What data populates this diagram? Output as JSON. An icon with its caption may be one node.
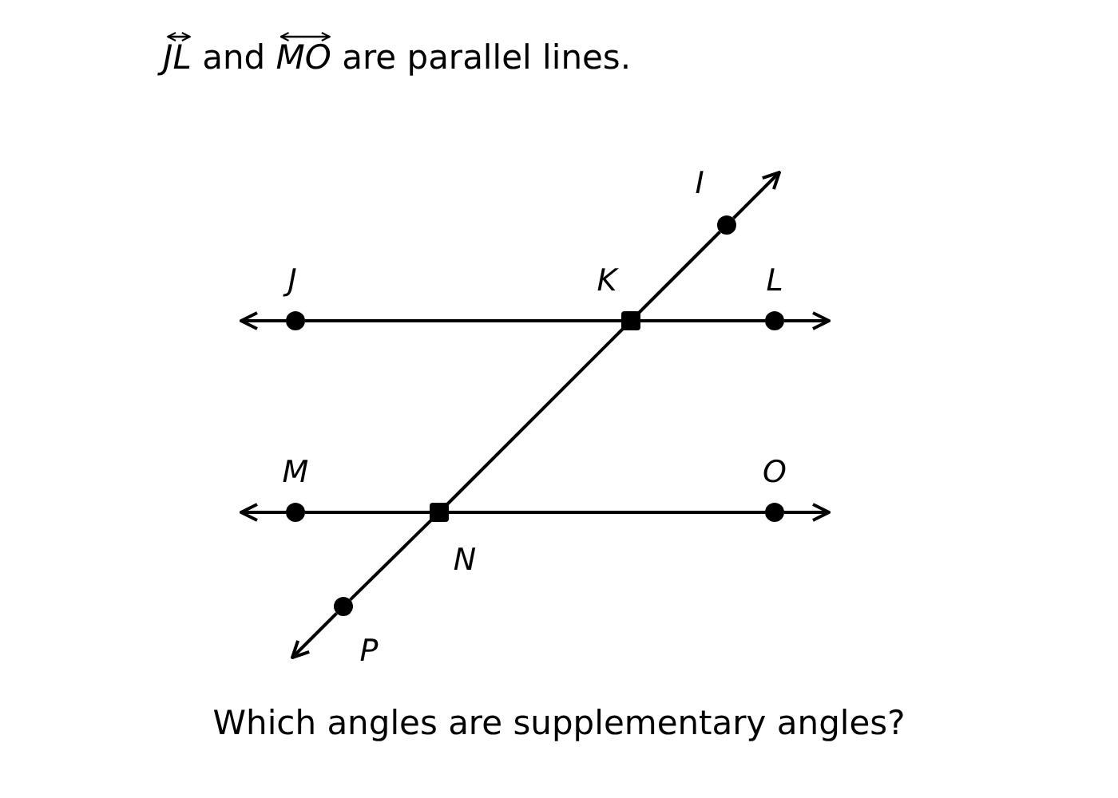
{
  "diagram": {
    "title": "*JL* and *MO* are parallel lines.",
    "nodes": [
      {
        "text": [
          "I"
        ]
      },
      {
        "text": [
          "J"
        ]
      },
      {
        "text": [
          "K"
        ]
      },
      {
        "text": [
          "L"
        ]
      },
      {
        "text": [
          "M"
        ]
      },
      {
        "text": [
          "O"
        ]
      },
      {
        "text": [
          "N"
        ]
      },
      {
        "text": [
          "P"
        ]
      }
    ],
    "edges": [
      {
        "from": 1,
        "to": 2,
        "arrow": "none"
      },
      {
        "from": 2,
        "to": 3,
        "arrow": "none"
      },
      {
        "from": 4,
        "to": 6,
        "arrow": "none"
      },
      {
        "from": 6,
        "to": 5,
        "arrow": "none"
      },
      {
        "from": 0,
        "to": 2,
        "arrow": "none"
      },
      {
        "from": 2,
        "to": 6,
        "arrow": "none"
      },
      {
        "from": 6,
        "to": 7,
        "arrow": "none"
      },
      {
        "from": 1,
        "to": null,
        "arrow": "to"
      },
      {
        "from": 3,
        "to": null,
        "arrow": "to"
      },
      {
        "from": 4,
        "to": null,
        "arrow": "to"
      },
      {
        "from": 5,
        "to": null,
        "arrow": "to"
      },
      {
        "from": 0,
        "to": null,
        "arrow": "to"
      },
      {
        "from": 7,
        "to": null,
        "arrow": "to"
      }
    ],
    "labels": [
      "Which angles are supplementary angles?"
    ]
  }
}
